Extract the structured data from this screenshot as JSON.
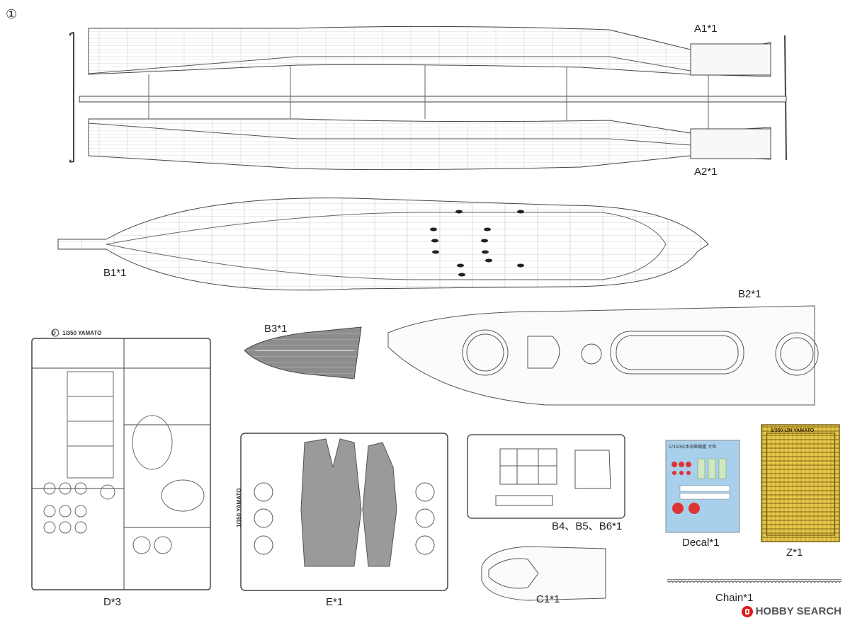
{
  "step_number": "①",
  "parts": {
    "a1": "A1*1",
    "a2": "A2*1",
    "b1": "B1*1",
    "b2": "B2*1",
    "b3": "B3*1",
    "d": "D*3",
    "e": "E*1",
    "b456": "B4、B5、B6*1",
    "c1": "C1*1",
    "decal": "Decal*1",
    "z": "Z*1",
    "chain": "Chain*1"
  },
  "sprue_d_tag": "1/350 YAMATO",
  "sprue_e_tag": "1/350 YAMATO",
  "photo_etch_tag": "1/350 IJN YAMATO",
  "decal_title": "1/350日本海軍戦艦 大和",
  "watermark": {
    "brand": "HOBBY SEARCH"
  }
}
